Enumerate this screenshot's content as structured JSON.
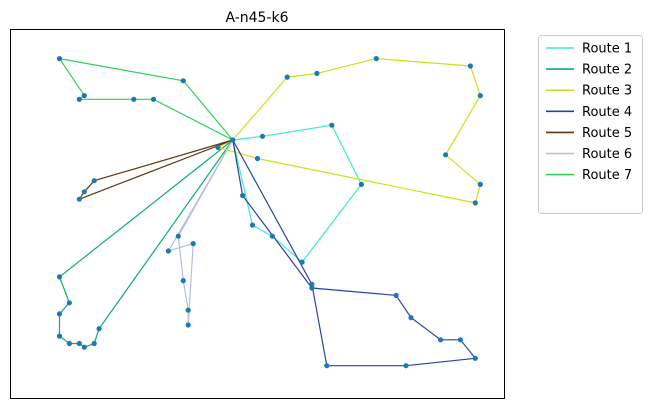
{
  "chart_data": {
    "type": "line",
    "title": "A-n45-k6",
    "xlabel": "",
    "ylabel": "",
    "xlim": [
      0,
      100
    ],
    "ylim": [
      0,
      100
    ],
    "grid": false,
    "ticks_visible": false,
    "legend_placement": "outside-top-right",
    "depot": [
      45,
      70
    ],
    "node_color": "#1f77b4",
    "series": [
      {
        "name": "Route 1",
        "color": "#3fe9cf",
        "points": [
          [
            45,
            70
          ],
          [
            51,
            71
          ],
          [
            65,
            74
          ],
          [
            71,
            58
          ],
          [
            59,
            37
          ],
          [
            53,
            44
          ],
          [
            49,
            47
          ],
          [
            45,
            70
          ]
        ]
      },
      {
        "name": "Route 2",
        "color": "#0bad77",
        "points": [
          [
            45,
            70
          ],
          [
            18,
            19
          ],
          [
            17,
            15
          ],
          [
            15,
            14
          ],
          [
            14,
            15
          ],
          [
            12,
            15
          ],
          [
            10,
            17
          ],
          [
            10,
            23
          ],
          [
            12,
            26
          ],
          [
            10,
            33
          ],
          [
            45,
            70
          ]
        ]
      },
      {
        "name": "Route 3",
        "color": "#c7e41a",
        "points": [
          [
            45,
            70
          ],
          [
            56,
            87
          ],
          [
            62,
            88
          ],
          [
            74,
            92
          ],
          [
            93,
            90
          ],
          [
            95,
            82
          ],
          [
            88,
            66
          ],
          [
            95,
            58
          ],
          [
            94,
            53
          ],
          [
            50,
            65
          ],
          [
            42,
            68
          ],
          [
            45,
            70
          ]
        ]
      },
      {
        "name": "Route 4",
        "color": "#2b42a8",
        "points": [
          [
            45,
            70
          ],
          [
            47,
            55
          ],
          [
            61,
            30
          ],
          [
            78,
            28
          ],
          [
            81,
            22
          ],
          [
            87,
            16
          ],
          [
            91,
            16
          ],
          [
            94,
            11
          ],
          [
            80,
            9
          ],
          [
            64,
            9
          ],
          [
            61,
            31
          ],
          [
            45,
            70
          ]
        ]
      },
      {
        "name": "Route 5",
        "color": "#5d3a12",
        "points": [
          [
            45,
            70
          ],
          [
            17,
            59
          ],
          [
            15,
            56
          ],
          [
            14,
            54
          ],
          [
            45,
            70
          ]
        ]
      },
      {
        "name": "Route 6",
        "color": "#b7bde4",
        "points": [
          [
            45,
            70
          ],
          [
            32,
            40
          ],
          [
            37,
            42
          ],
          [
            36,
            20
          ],
          [
            36,
            24
          ],
          [
            35,
            32
          ],
          [
            34,
            44
          ],
          [
            45,
            70
          ]
        ]
      },
      {
        "name": "Route 7",
        "color": "#2fd15b",
        "points": [
          [
            45,
            70
          ],
          [
            29,
            81
          ],
          [
            25,
            81
          ],
          [
            14,
            81
          ],
          [
            15,
            82
          ],
          [
            10,
            92
          ],
          [
            35,
            86
          ],
          [
            45,
            70
          ]
        ]
      }
    ]
  }
}
